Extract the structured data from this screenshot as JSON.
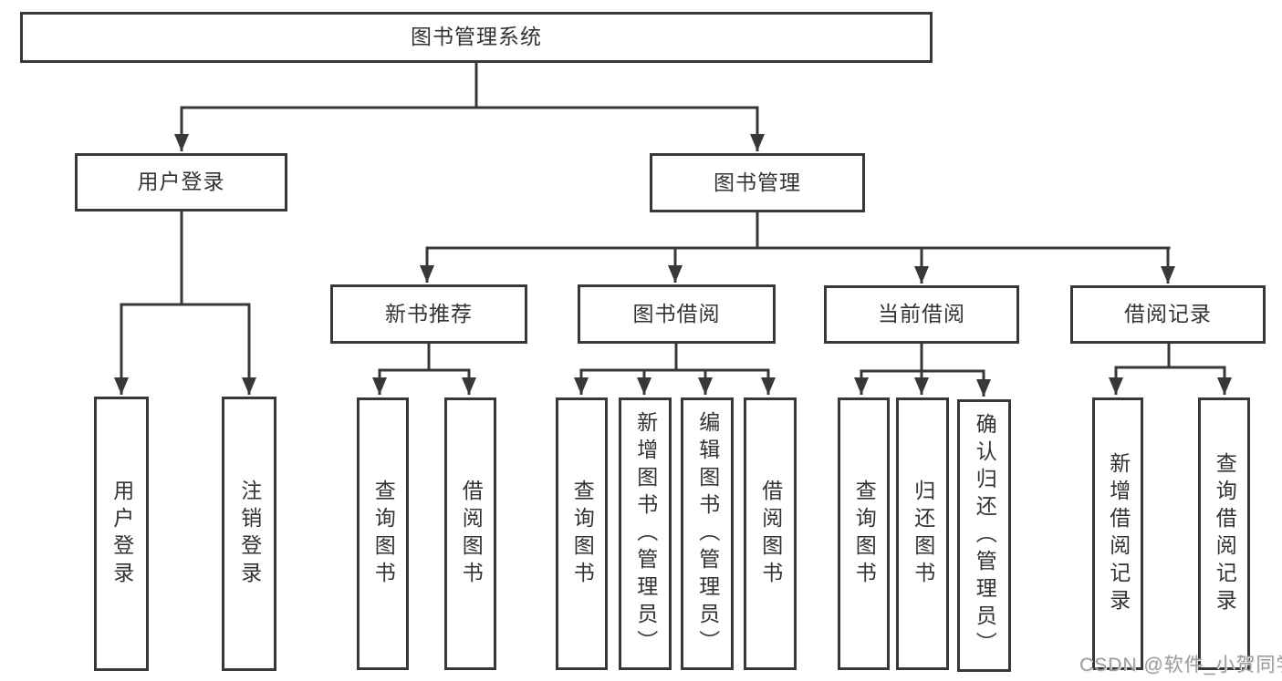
{
  "diagram_type": "hierarchy-tree",
  "tree": {
    "label": "图书管理系统",
    "children": [
      {
        "label": "用户登录",
        "children": [
          {
            "label": "用户登录"
          },
          {
            "label": "注销登录"
          }
        ]
      },
      {
        "label": "图书管理",
        "children": [
          {
            "label": "新书推荐",
            "children": [
              {
                "label": "查询图书"
              },
              {
                "label": "借阅图书"
              }
            ]
          },
          {
            "label": "图书借阅",
            "children": [
              {
                "label": "查询图书"
              },
              {
                "label": "新增图书（管理员）"
              },
              {
                "label": "编辑图书（管理员）"
              },
              {
                "label": "借阅图书"
              }
            ]
          },
          {
            "label": "当前借阅",
            "children": [
              {
                "label": "查询图书"
              },
              {
                "label": "归还图书"
              },
              {
                "label": "确认归还（管理员）"
              }
            ]
          },
          {
            "label": "借阅记录",
            "children": [
              {
                "label": "新增借阅记录"
              },
              {
                "label": "查询借阅记录"
              }
            ]
          }
        ]
      }
    ]
  },
  "watermark": {
    "text": "CSDN @软件_小贺同学"
  },
  "colors": {
    "line": "#383838",
    "box_border": "#383838",
    "text": "#333333",
    "watermark": "#9e9e9e",
    "background": "#ffffff"
  }
}
